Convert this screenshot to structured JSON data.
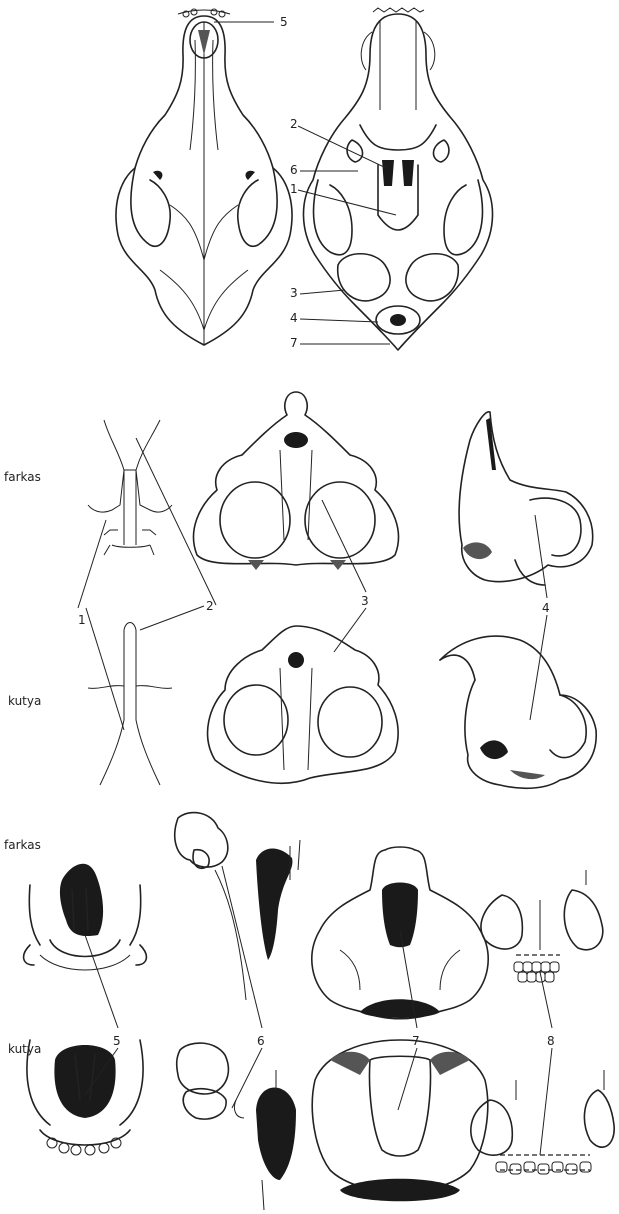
{
  "labels": {
    "wolf_1": "farkas",
    "dog_1": "kutya",
    "wolf_2": "farkas",
    "dog_2": "kutya"
  },
  "numbers": {
    "n1": "1",
    "n2": "2",
    "n3": "3",
    "n4": "4",
    "n5": "5",
    "n6": "6",
    "n7": "7",
    "n8": "8"
  }
}
